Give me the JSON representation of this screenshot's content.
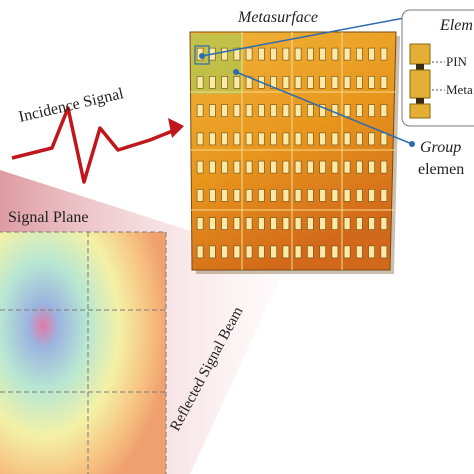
{
  "labels": {
    "metasurface": "Metasurface",
    "incidence_signal": "Incidence Signal",
    "signal_plane": "Signal Plane",
    "reflected_beam": "Reflected Signal Beam",
    "element_box_title": "Elem",
    "pin": "PIN",
    "meta": "Meta",
    "group_line1": "Group",
    "group_line2": "elemen"
  },
  "colors": {
    "accent_line": "#2b6cb0",
    "signal_red": "#c0161c",
    "board_orange": "#e89a1f",
    "board_edge": "#7a4a12"
  },
  "metasurface_grid": {
    "group_rows": 4,
    "group_cols": 4,
    "element_rows_per_group": 2,
    "element_cols_per_group": 4
  }
}
